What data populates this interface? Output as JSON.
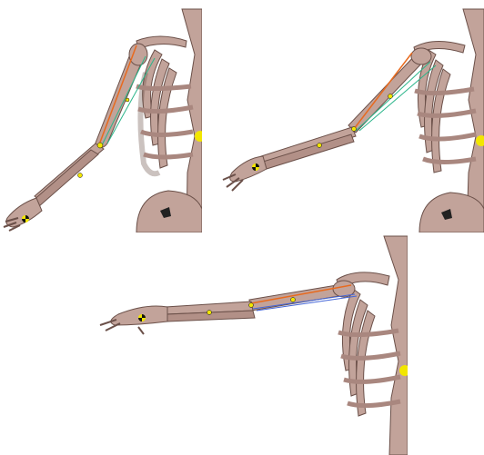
{
  "figure": {
    "panels": [
      {
        "pose": "arm-raised-downward-diagonal",
        "muscle_colors": [
          "#e86a1e",
          "#2bb58a"
        ]
      },
      {
        "pose": "arm-raised-forward",
        "muscle_colors": [
          "#e86a1e",
          "#2bb58a"
        ]
      },
      {
        "pose": "arm-horizontal",
        "muscle_colors": [
          "#e86a1e",
          "#4466d8"
        ]
      }
    ],
    "colors": {
      "bone": "#c2a39a",
      "bone_shadow": "#8a6c64",
      "bone_outline": "#6b5049",
      "marker_yellow": "#f2e600",
      "marker_black": "#111111"
    }
  }
}
